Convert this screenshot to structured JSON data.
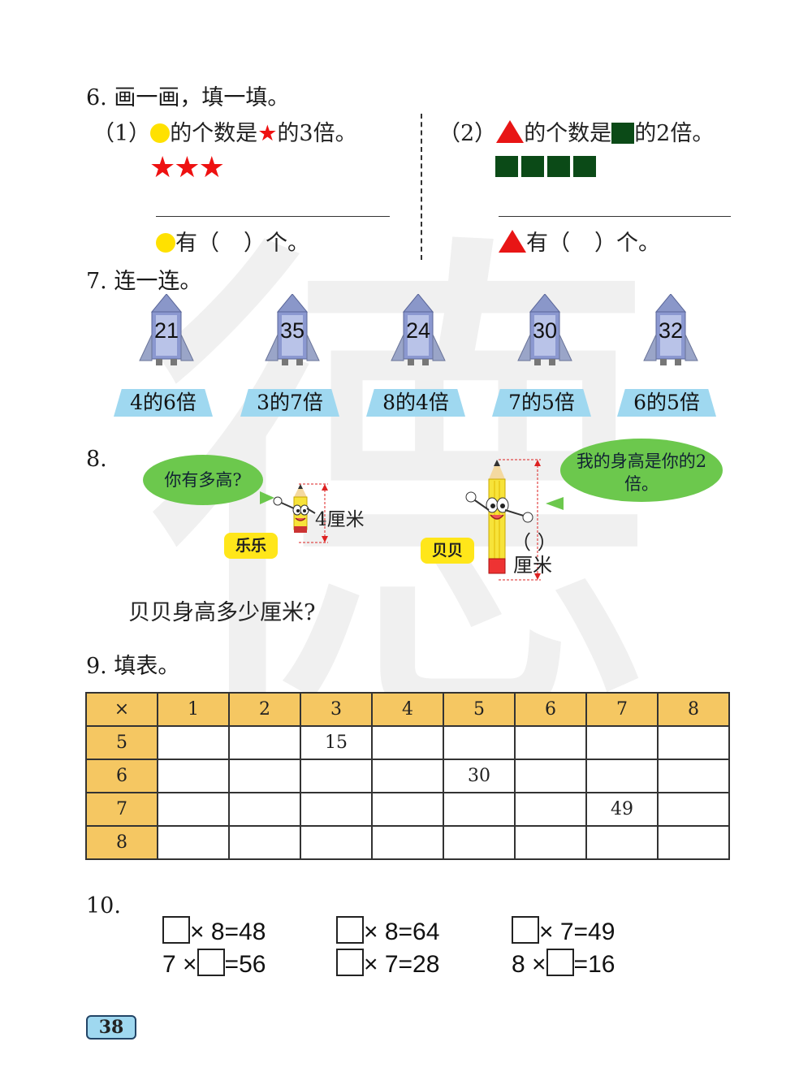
{
  "watermark": "德",
  "q6": {
    "title": "6. 画一画，填一填。",
    "part1": {
      "label": "（1）",
      "text_a": "的个数是",
      "text_b": "的3倍。",
      "stars": [
        "★",
        "★",
        "★"
      ],
      "answer_prefix": "有（",
      "answer_suffix": "）个。"
    },
    "part2": {
      "label": "（2）",
      "text_a": "的个数是",
      "text_b": "的2倍。",
      "squares": 4,
      "answer_prefix": "有（",
      "answer_suffix": "）个。"
    }
  },
  "q7": {
    "title": "7. 连一连。",
    "rockets": [
      "21",
      "35",
      "24",
      "30",
      "32"
    ],
    "tags": [
      "4的6倍",
      "3的7倍",
      "8的4倍",
      "7的5倍",
      "6的5倍"
    ]
  },
  "q8": {
    "title": "8.",
    "bubble_left": "你有多高?",
    "height_left": "4厘米",
    "name_left": "乐乐",
    "bubble_right": "我的身高是你的2倍。",
    "height_right_paren": "（    ）",
    "height_right_unit": "厘米",
    "name_right": "贝贝",
    "question": "贝贝身高多少厘米?"
  },
  "q9": {
    "title": "9. 填表。",
    "header": [
      "×",
      "1",
      "2",
      "3",
      "4",
      "5",
      "6",
      "7",
      "8"
    ],
    "rows": [
      [
        "5",
        "",
        "",
        "15",
        "",
        "",
        "",
        "",
        ""
      ],
      [
        "6",
        "",
        "",
        "",
        "",
        "30",
        "",
        "",
        ""
      ],
      [
        "7",
        "",
        "",
        "",
        "",
        "",
        "",
        "49",
        ""
      ],
      [
        "8",
        "",
        "",
        "",
        "",
        "",
        "",
        "",
        ""
      ]
    ]
  },
  "q10": {
    "title": "10.",
    "equations": [
      [
        "",
        "× 8=48"
      ],
      [
        "",
        "× 8=64"
      ],
      [
        "",
        "× 7=49"
      ],
      [
        "7 ×",
        "=56"
      ],
      [
        "",
        "× 7=28"
      ],
      [
        "8 ×",
        "=16"
      ]
    ]
  },
  "page_number": "38",
  "colors": {
    "table_header": "#f5c762",
    "tag": "#9fd8f0",
    "bubble": "#6cc84d",
    "name_box": "#ffe61a"
  }
}
